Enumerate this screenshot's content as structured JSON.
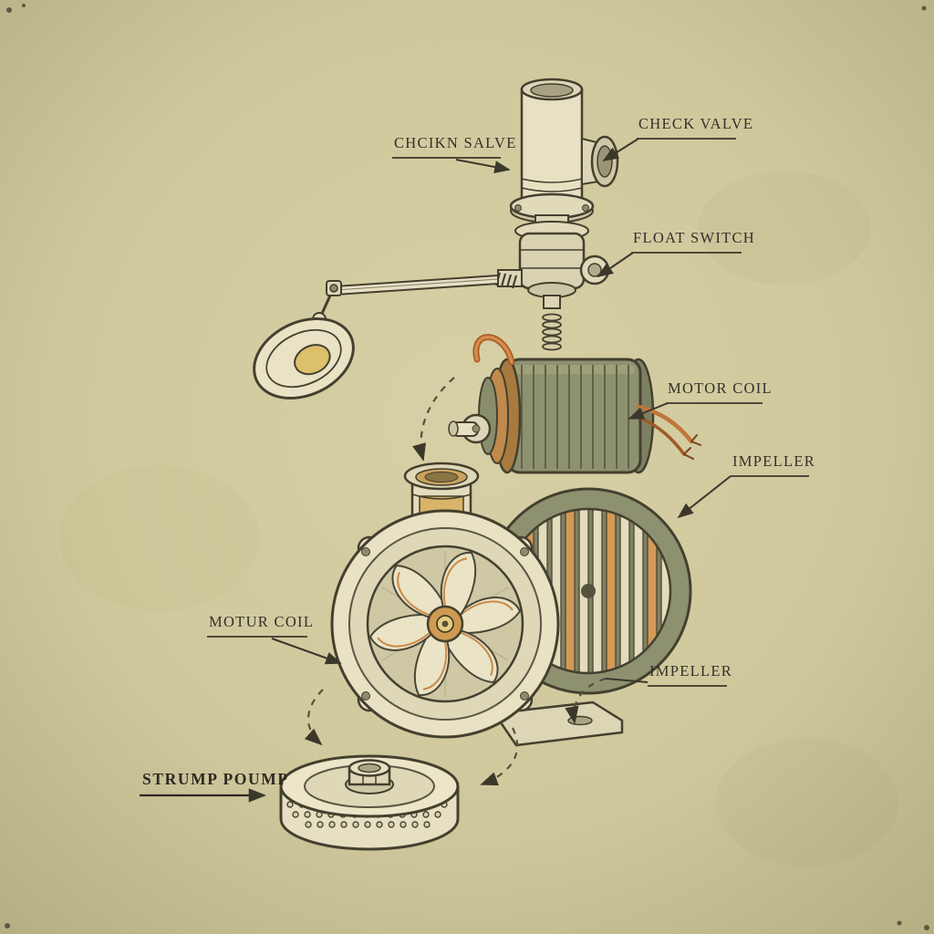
{
  "title": "Sump pump exploded-view diagram",
  "style": {
    "background": "#cfc89c",
    "vignette": "#b5ae83",
    "ink": "#3b382b",
    "cream": "#e8e1c4",
    "olive": "#8e9170",
    "copper": "#c87a3a",
    "yellow": "#dcc06a"
  },
  "labels": [
    {
      "id": "check-valve-misspelled",
      "text": "CHCIKN SALVE"
    },
    {
      "id": "check-valve",
      "text": "CHECK VALVE"
    },
    {
      "id": "float-switch",
      "text": "FLOAT SWITCH"
    },
    {
      "id": "motor-coil",
      "text": "MOTOR COIL"
    },
    {
      "id": "impeller-upper",
      "text": "IMPELLER"
    },
    {
      "id": "motor-coil-misspelled",
      "text": "MOTUR COIL"
    },
    {
      "id": "impeller-lower",
      "text": "IMPELLER"
    },
    {
      "id": "sump-pump-misspelled",
      "text": "STRUMP POUMP"
    }
  ],
  "parts": [
    "discharge-pipe",
    "check-valve-body",
    "float-switch-arm",
    "float",
    "drive-motor",
    "motor-coil-wire",
    "pump-inlet",
    "pump-volute",
    "impeller-fan",
    "finned-housing",
    "mounting-foot",
    "strainer-base"
  ]
}
